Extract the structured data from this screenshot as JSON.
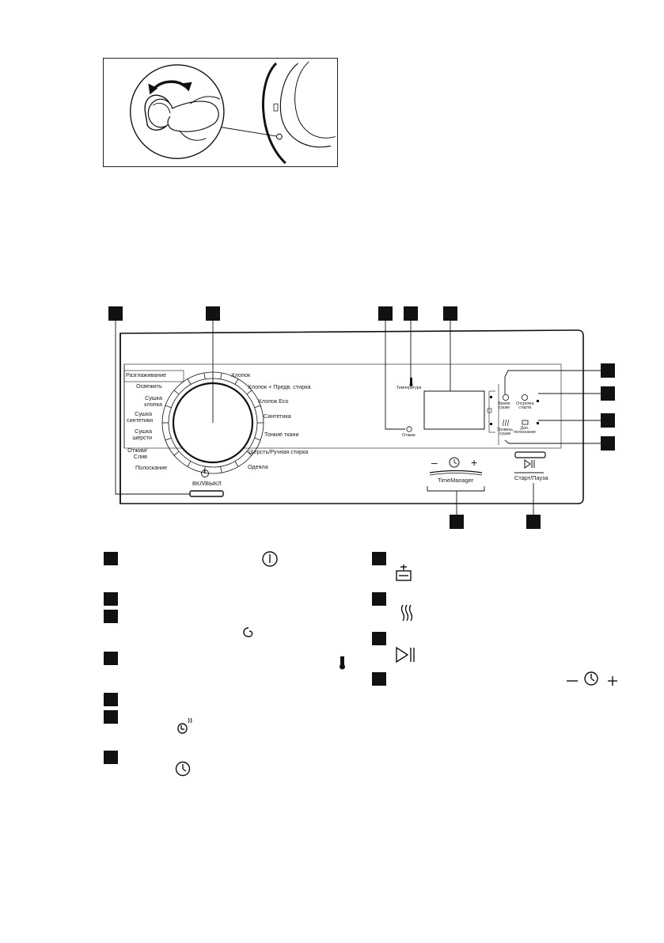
{
  "panel": {
    "programs_left": [
      {
        "id": "razglazhivanie",
        "label": "Разглаживание",
        "icon": "steam-drum-icon"
      },
      {
        "id": "osvezhit",
        "label": "Освежить",
        "icon": "shirt-steam-icon"
      },
      {
        "id": "sushka-hlopka",
        "label": "Сушка\nхлопка",
        "icon": "cotton-icon"
      },
      {
        "id": "sushka-sintetiki",
        "label": "Сушка\nсинтетики",
        "icon": "synthetic-triangle-icon"
      },
      {
        "id": "sushka-sherst",
        "label": "Сушка\nшерсти",
        "icon": "wool-ball-icon"
      },
      {
        "id": "otzhim-sliv",
        "label": "Отжим/\nСлив",
        "icon": "spin-drain-icon"
      },
      {
        "id": "poloskanie",
        "label": "Полоскание",
        "icon": "rinse-tub-icon"
      }
    ],
    "programs_right": [
      {
        "id": "hlopok",
        "label": "Хлопок",
        "icon": "cotton-icon"
      },
      {
        "id": "hlopok-pred",
        "label": "Хлопок + Предв. стирка",
        "icon": "cotton-icon"
      },
      {
        "id": "hlopok-eco",
        "label": "Хлопок Eco",
        "icon": "cotton-icon"
      },
      {
        "id": "sintetika",
        "label": "Синтетика",
        "icon": "synthetic-triangle-icon"
      },
      {
        "id": "tonkie",
        "label": "Тонкие ткани",
        "icon": "delicate-flower-icon"
      },
      {
        "id": "sherst-ruchnaya",
        "label": "Шерсть/Ручная стирка",
        "icon": "wool-hand-icon"
      },
      {
        "id": "odeyala",
        "label": "Одеяла",
        "icon": "duvet-icon"
      }
    ],
    "power_label": "ВКЛ/ВЫКЛ",
    "temperature_label": "Температура",
    "spin_label": "Отжим",
    "dry_time_label": "Время\nсушки",
    "dry_level_label": "Уровень\nсушки",
    "delay_label": "Отсрочка\nстарта",
    "extra_rinse_label": "Доп.\nполоскание",
    "timemanager_label": "TimeManager",
    "timemanager_minus": "–",
    "timemanager_plus": "+",
    "start_label": "Старт/Пауза"
  }
}
